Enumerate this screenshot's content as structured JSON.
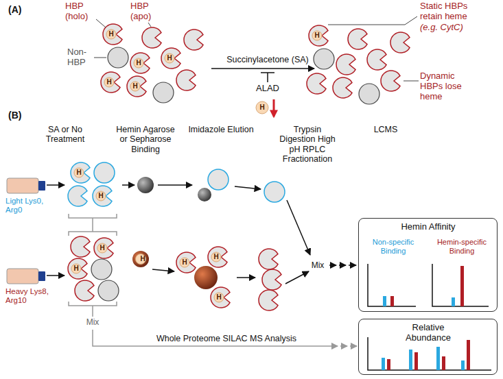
{
  "diagram": {
    "nodes": [
      {
        "text": [
          "Hemin Affinity",
          "Non-specific Binding",
          "Hemin-specific Binding"
        ]
      },
      {
        "text": [
          "Relative Abundance"
        ]
      }
    ],
    "labels": [
      "(A)",
      "HBP (holo)",
      "HBP (apo)",
      "Non- HBP",
      "H",
      "H",
      "H",
      "H",
      "H",
      "Succinylacetone (SA)",
      "ALAD",
      "H",
      "H",
      "Static HBPs retain heme",
      "(e.g. CytC)",
      "Dynamic HBPs lose heme",
      "(B)",
      "SA or No Treatment",
      "Hemin Agarose or Sepharose Binding",
      "Imidazole Elution",
      "Trypsin Digestion High pH RPLC Fractionation",
      "LCMS",
      "Light Lys0, Arg0",
      "H",
      "H",
      "Heavy Lys8, Arg10",
      "H",
      "H",
      "H",
      "H",
      "H",
      "H",
      "Mix",
      "Mix",
      "Whole Proteome SILAC MS Analysis"
    ]
  }
}
